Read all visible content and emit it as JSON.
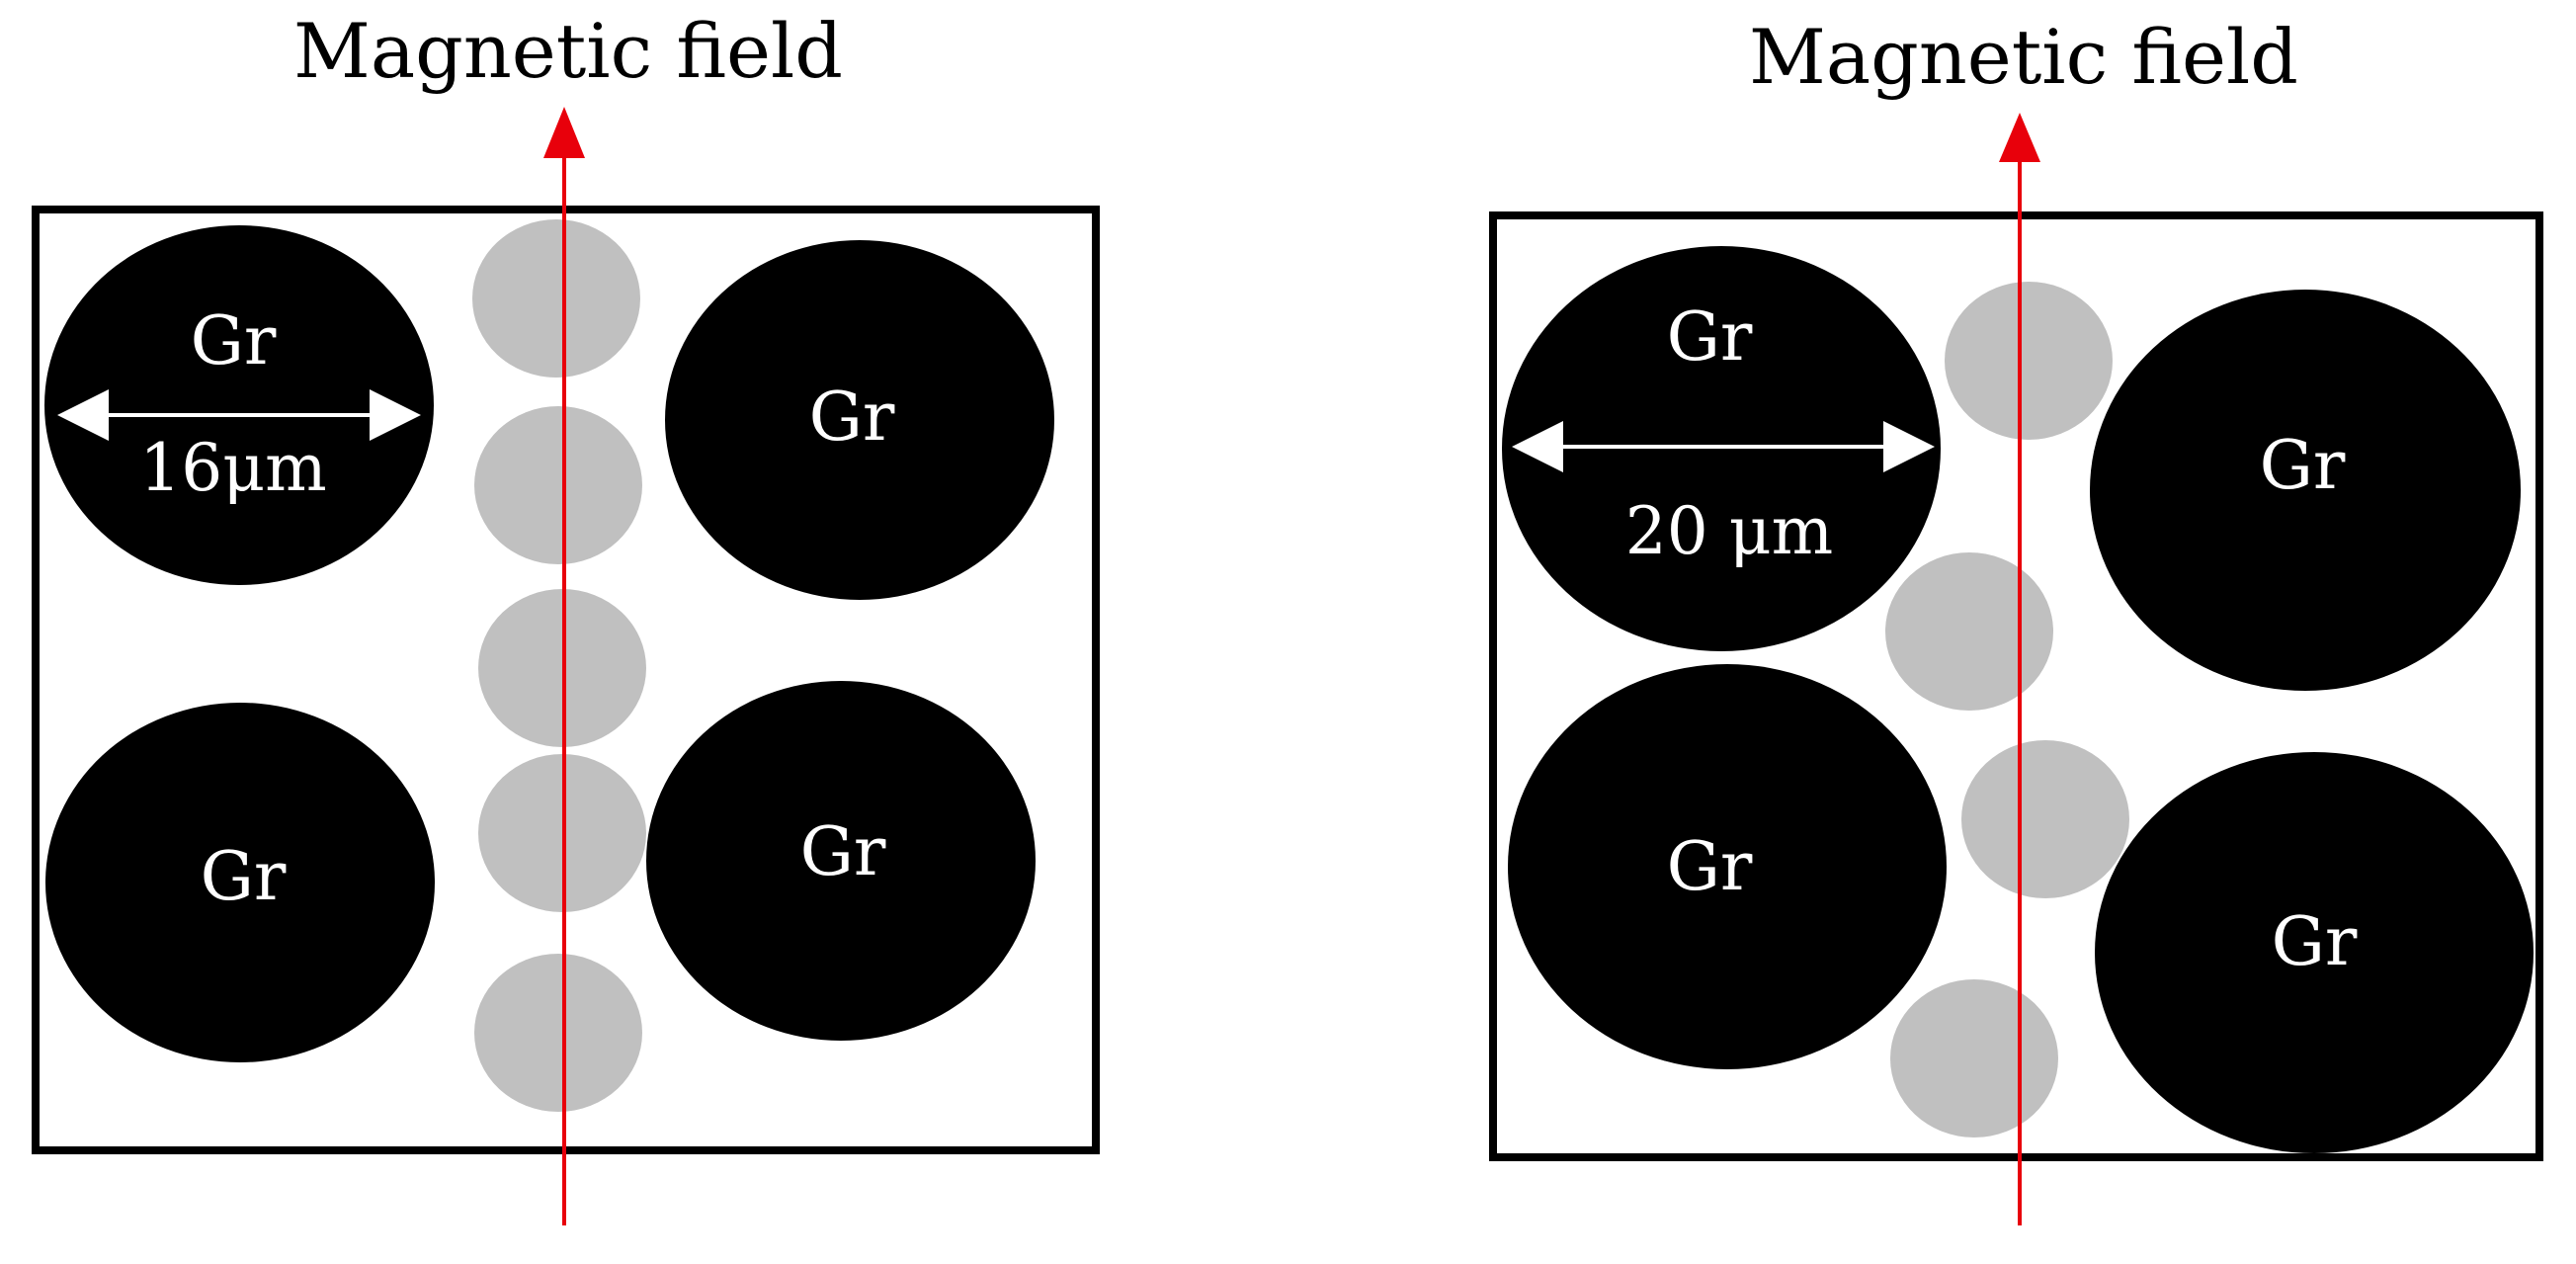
{
  "colors": {
    "graphite": "#000000",
    "particle": "#c0c0c0",
    "field_line": "#e8000b",
    "frame": "#000000",
    "label_light": "#ffffff"
  },
  "left_panel": {
    "field_label": "Magnetic field",
    "graphite_label": "Gr",
    "dimension_label": "16μm",
    "graphite_count": 4,
    "particle_count": 5,
    "particle_arrangement": "aligned chain along field line"
  },
  "right_panel": {
    "field_label": "Magnetic field",
    "graphite_label": "Gr",
    "dimension_label": "20 μm",
    "graphite_count": 4,
    "particle_count": 4,
    "particle_arrangement": "scattered zigzag"
  }
}
